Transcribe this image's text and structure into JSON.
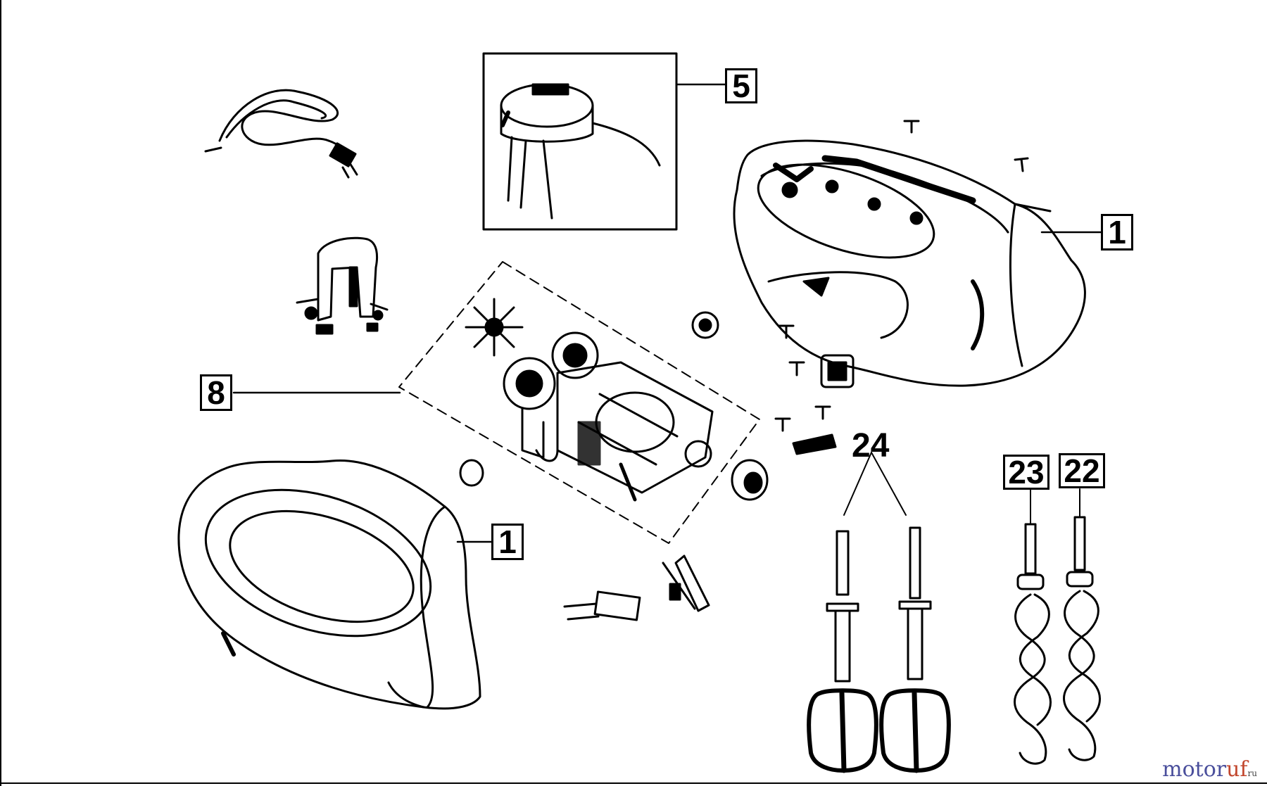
{
  "diagram": {
    "callouts": [
      {
        "id": "c5",
        "text": "5"
      },
      {
        "id": "c1_top",
        "text": "1"
      },
      {
        "id": "c8",
        "text": "8"
      },
      {
        "id": "c1_bottom",
        "text": "1"
      },
      {
        "id": "c24",
        "text": "24"
      },
      {
        "id": "c23",
        "text": "23"
      },
      {
        "id": "c22",
        "text": "22"
      }
    ],
    "parts": [
      "power-cord",
      "switch-assembly",
      "handle-bracket",
      "housing-upper",
      "motor-assembly",
      "housing-lower",
      "beaters",
      "dough-hooks"
    ]
  },
  "watermark": {
    "part1": "motor",
    "part2": "uf",
    "suffix": "ru"
  }
}
